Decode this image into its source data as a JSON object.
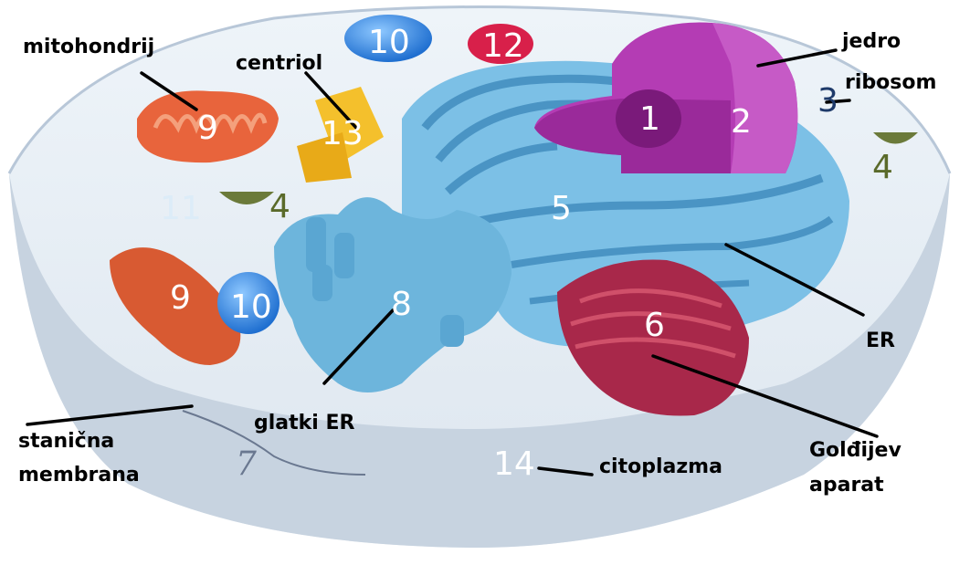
{
  "labels": {
    "mitohondrij": "mitohondrij",
    "centriol": "centriol",
    "jedro": "jedro",
    "ribosom": "ribosom",
    "er": "ER",
    "glatki_er": "glatki ER",
    "stanicna": "stanična",
    "membrana": "membrana",
    "citoplazma": "citoplazma",
    "goldijev": "Golđijev",
    "aparat": "aparat"
  },
  "numbers": {
    "n1": "1",
    "n2": "2",
    "n3": "3",
    "n4a": "4",
    "n4b": "4",
    "n5": "5",
    "n6": "6",
    "n7": "7",
    "n8": "8",
    "n9a": "9",
    "n9b": "9",
    "n10a": "10",
    "n10b": "10",
    "n11": "11",
    "n12": "12",
    "n13": "13",
    "n14": "14"
  },
  "colors": {
    "cell_body": "#e6eef6",
    "cell_rim": "#c4d1df",
    "er": "#6db5dc",
    "er_dark": "#4a94c4",
    "nucleus": "#b43cb4",
    "golgi": "#a8284a",
    "mito": "#e8643c",
    "centriol": "#f4c02c",
    "lysosome": "#3a8ae0",
    "vacuole": "#d8204a",
    "ribosome": "#6b7a3a"
  }
}
